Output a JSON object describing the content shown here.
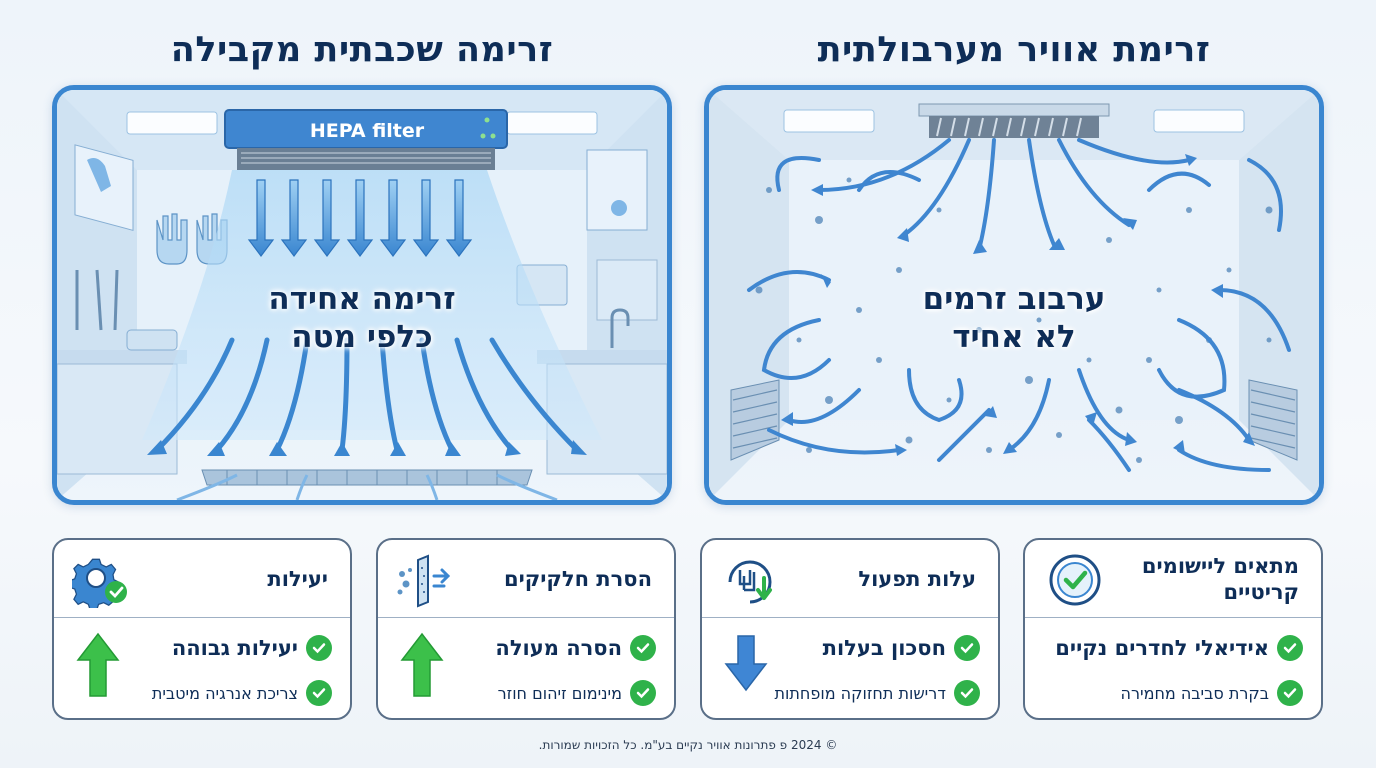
{
  "titles": {
    "left": "זרימה שכבתית מקבילה",
    "right": "זרימת אוויר מערבולתית"
  },
  "left_panel": {
    "filter_label": "HEPA filter",
    "overlay_line1": "זרימה אחידה",
    "overlay_line2": "כלפי מטה"
  },
  "right_panel": {
    "overlay_line1": "ערבוב זרמים",
    "overlay_line2": "לא אחיד"
  },
  "cards": [
    {
      "title": "מתאים ליישומים קריטיים",
      "icon": "check-circle-icon",
      "items": [
        "אידיאלי לחדרים נקיים",
        "בקרת סביבה מחמירה"
      ]
    },
    {
      "title": "עלות תפעול",
      "icon": "shekel-down-icon",
      "arrow": "down",
      "items": [
        "חסכון בעלות",
        "דרישות תחזוקה מופחתות"
      ]
    },
    {
      "title": "הסרת חלקיקים",
      "icon": "filter-particles-icon",
      "arrow": "up",
      "items": [
        "הסרה מעולה",
        "מינימום זיהום חוזר"
      ]
    },
    {
      "title": "יעילות",
      "icon": "gear-check-icon",
      "arrow": "up",
      "items": [
        "יעילות גבוהה",
        "צריכת אנרגיה מיטבית"
      ]
    }
  ],
  "colors": {
    "accent": "#3a86d0",
    "check_green": "#2fb24a",
    "arrow_up_green": "#3cc04a",
    "arrow_down_blue": "#3f86d4",
    "title_navy": "#0e2d57"
  },
  "footer": "© 2024 פ פתרונות אוויר נקיים בע\"מ. כל הזכויות שמורות."
}
